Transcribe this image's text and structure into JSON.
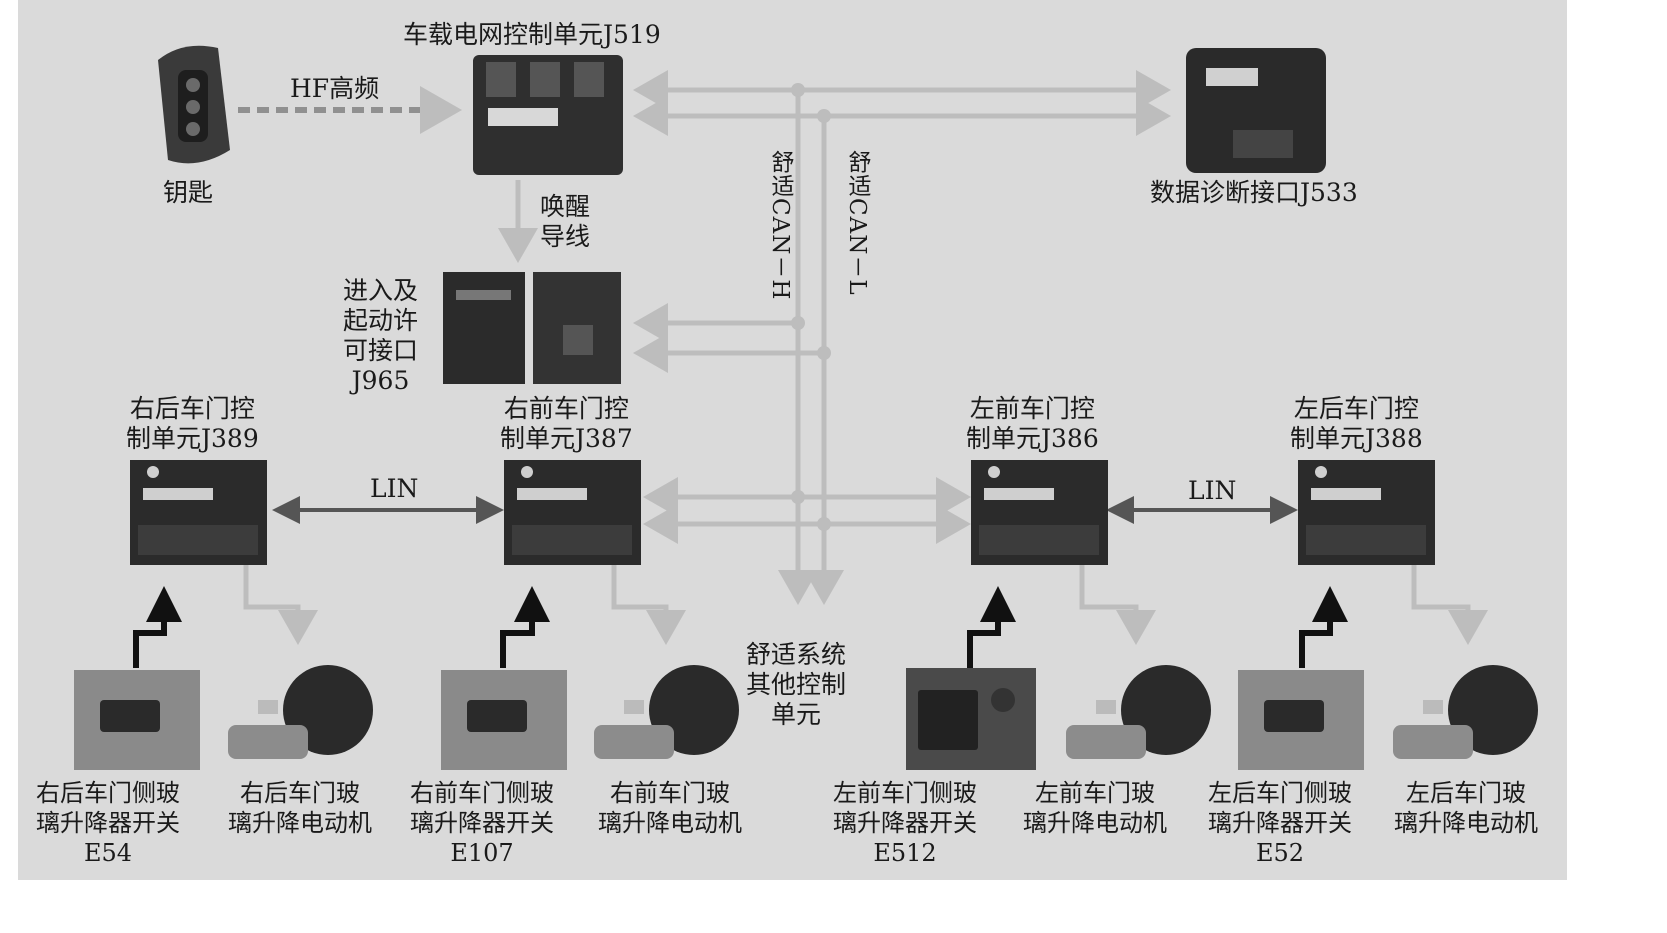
{
  "title_j519": "车载电网控制单元J519",
  "key": "钥匙",
  "hf": "HF高频",
  "wake_line": "唤醒\n导线",
  "j965": "进入及\n起动许\n可接口\nJ965",
  "j533": "数据诊断接口J533",
  "can_h": "舒适CAN－H",
  "can_l": "舒适CAN－L",
  "other_units": "舒适系统\n其他控制\n单元",
  "lin_left": "LIN",
  "lin_right": "LIN",
  "doors": {
    "j389": "右后车门控\n制单元J389",
    "j387": "右前车门控\n制单元J387",
    "j386": "左前车门控\n制单元J386",
    "j388": "左后车门控\n制单元J388"
  },
  "bottom": {
    "e54": "右后车门侧玻\n璃升降器开关\nE54",
    "m_rr": "右后车门玻\n璃升降电动机",
    "e107": "右前车门侧玻\n璃升降器开关\nE107",
    "m_rf": "右前车门玻\n璃升降电动机",
    "e512": "左前车门侧玻\n璃升降器开关\nE512",
    "m_lf": "左前车门玻\n璃升降电动机",
    "e52": "左后车门侧玻\n璃升降器开关\nE52",
    "m_lr": "左后车门玻\n璃升降电动机"
  },
  "colors": {
    "background": "#dadada",
    "bus": "#bdbdbd",
    "dark_arrow": "#111111",
    "module": "#2b2b2b"
  }
}
